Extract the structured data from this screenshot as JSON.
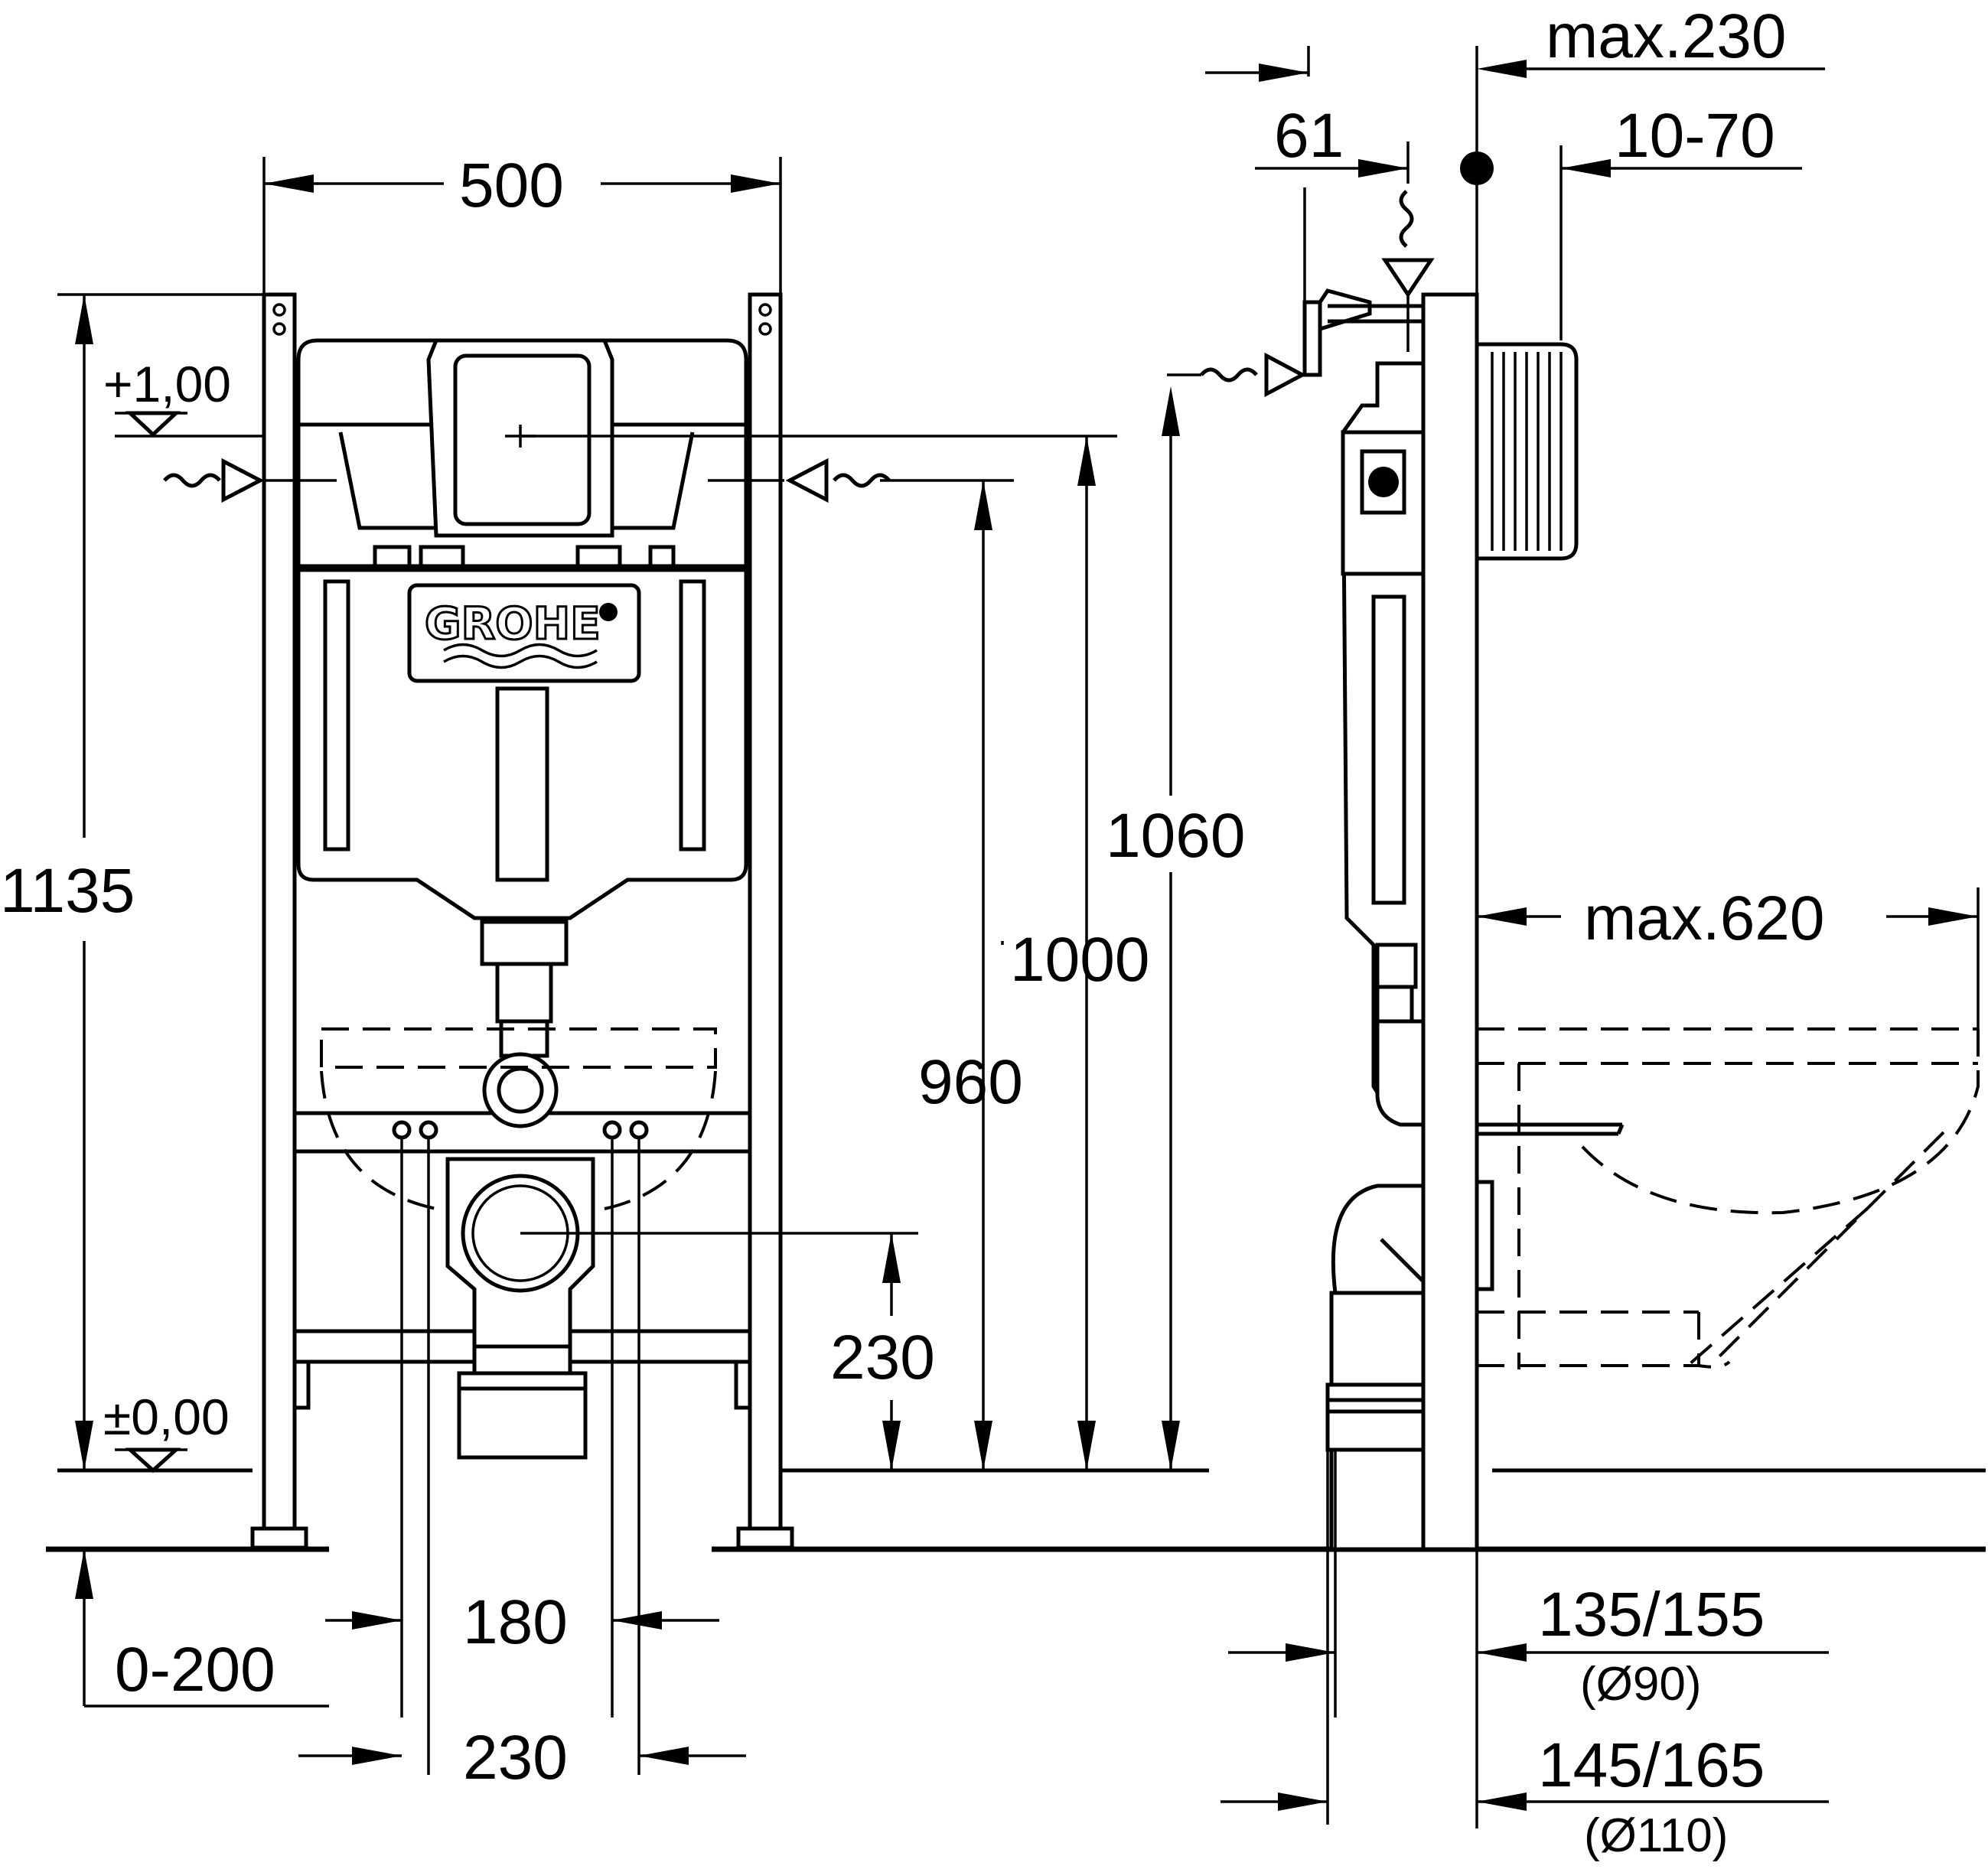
{
  "front_view": {
    "width_500": "500",
    "height_1135": "1135",
    "level_top": "+1,00",
    "level_zero": "±0,00",
    "height_1060": "1060",
    "height_1000": "1000",
    "height_960": "960",
    "height_230": "230",
    "spacing_180": "180",
    "spacing_230": "230",
    "range_0_200": "0-200",
    "brand_logo": "GROHE"
  },
  "side_view": {
    "max_230": "max.230",
    "depth_61": "61",
    "range_10_70": "10-70",
    "max_620": "max.620",
    "pipe_135_155": "135/155",
    "pipe_d90": "(Ø90)",
    "pipe_145_165": "145/165",
    "pipe_d110": "(Ø110)"
  }
}
